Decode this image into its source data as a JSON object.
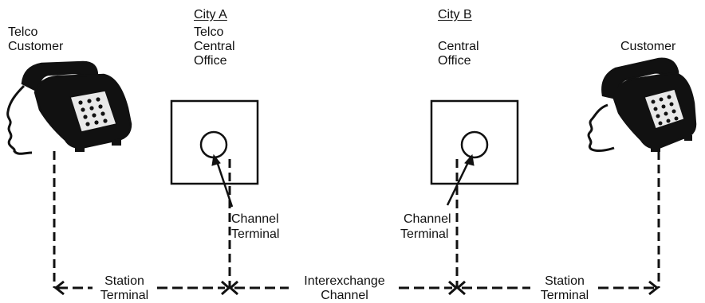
{
  "labels": {
    "telco_customer_line1": "Telco",
    "telco_customer_line2": "Customer",
    "city_a": "City A",
    "city_a_office_line1": "Telco",
    "city_a_office_line2": "Central",
    "city_a_office_line3": "Office",
    "city_b": "City B",
    "city_b_office_line1": "Central",
    "city_b_office_line2": "Office",
    "customer": "Customer",
    "channel_terminal_a_line1": "Channel",
    "channel_terminal_a_line2": "Terminal",
    "channel_terminal_b_line1": "Channel",
    "channel_terminal_b_line2": "Terminal",
    "station_terminal_left_line1": "Station",
    "station_terminal_left_line2": "Terminal",
    "interexchange_line1": "Interexchange",
    "interexchange_line2": "Channel",
    "station_terminal_right_line1": "Station",
    "station_terminal_right_line2": "Terminal"
  },
  "icons": {
    "left_phone": "telephone-icon",
    "right_phone": "telephone-icon"
  },
  "colors": {
    "ink": "#111111",
    "background": "#ffffff"
  }
}
